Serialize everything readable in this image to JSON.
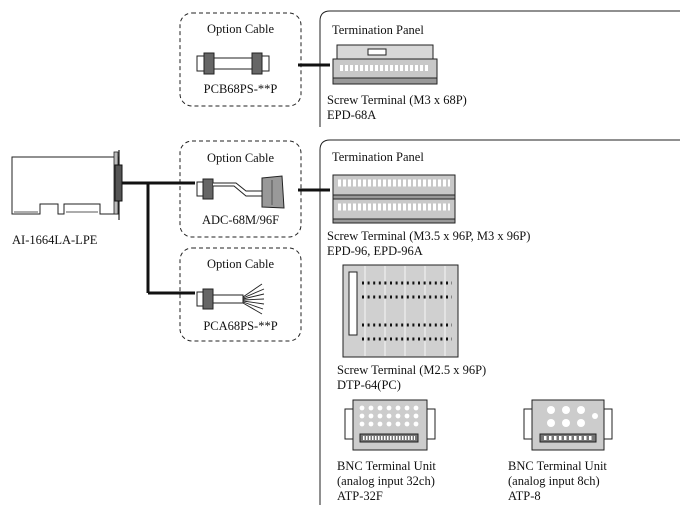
{
  "board": {
    "name": "AI-1664LA-LPE"
  },
  "option_cables": [
    {
      "title": "Option Cable",
      "model": "PCB68PS-**P"
    },
    {
      "title": "Option Cable",
      "model": "ADC-68M/96F"
    },
    {
      "title": "Option Cable",
      "model": "PCA68PS-**P"
    }
  ],
  "panel_top": {
    "title": "Termination Panel",
    "product": {
      "desc": "Screw Terminal (M3 x 68P)",
      "model": "EPD-68A"
    }
  },
  "panel_main": {
    "title": "Termination Panel",
    "products": [
      {
        "desc": "Screw Terminal (M3.5 x 96P, M3 x 96P)",
        "model": "EPD-96, EPD-96A"
      },
      {
        "desc": "Screw Terminal (M2.5 x 96P)",
        "model": "DTP-64(PC)"
      },
      {
        "desc": "BNC Terminal Unit",
        "sub": "(analog input 32ch)",
        "model": "ATP-32F"
      },
      {
        "desc": "BNC Terminal Unit",
        "sub": "(analog input 8ch)",
        "model": "ATP-8"
      }
    ]
  }
}
